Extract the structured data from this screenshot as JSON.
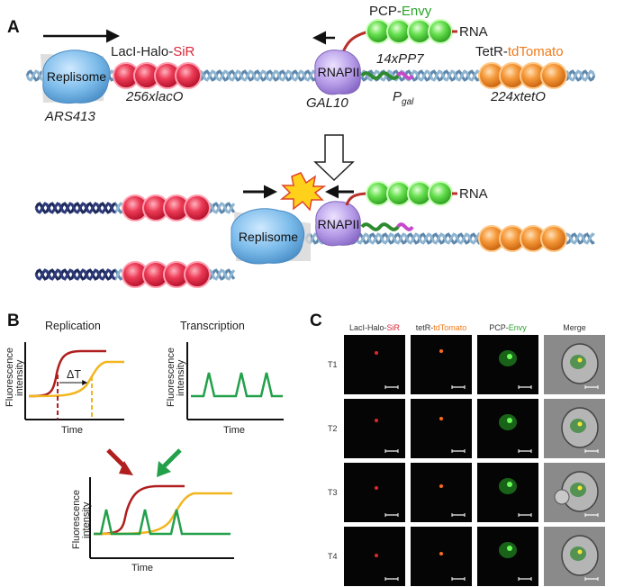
{
  "panel_a": {
    "letter": "A",
    "pcp_label_prefix": "PCP-",
    "pcp_label_suffix": "Envy",
    "rna_label": "RNA",
    "rna_label_bottom": "RNA",
    "laci_prefix": "LacI-Halo-",
    "laci_suffix": "SiR",
    "tetr_prefix": "TetR-",
    "tetr_suffix": "tdTomato",
    "replisome": "Replisome",
    "replisome_bottom": "Replisome",
    "rnapii": "RNAPII",
    "rnapii_bottom": "RNAPII",
    "lacO": "256xlacO",
    "ars": "ARS413",
    "pp7": "14xPP7",
    "pgal_main": "P",
    "pgal_sub": "gal",
    "gal10": "GAL10",
    "teto": "224xtetO"
  },
  "panel_b": {
    "letter": "B",
    "replication_title": "Replication",
    "transcription_title": "Transcription",
    "ylabel_1": "Fluorescence",
    "ylabel_2": "intensity",
    "xlabel": "Time",
    "delta_t": "ΔT"
  },
  "panel_c": {
    "letter": "C",
    "columns": [
      {
        "prefix": "LacI-Halo-",
        "suffix": "SiR",
        "suffix_color": "#d8273a"
      },
      {
        "prefix": "tetR-",
        "suffix": "tdTomato",
        "suffix_color": "#f07a1a"
      },
      {
        "prefix": "PCP-",
        "suffix": "Envy",
        "suffix_color": "#2aa52a"
      },
      {
        "prefix": "Merge",
        "suffix": "",
        "suffix_color": "#222"
      }
    ],
    "rows": [
      "T1",
      "T2",
      "T3",
      "T4"
    ]
  },
  "colors": {
    "replisome": "#74b6e6",
    "rnapii": "#b49be8",
    "red_bead": "#e8334f",
    "green_bead": "#5cdc4a",
    "orange_bead": "#f29a3a",
    "dna": "#8fb4d0",
    "dna_dark": "#2e3a7a",
    "replication_red": "#b01e1e",
    "replication_yellow": "#f2b61f",
    "transcription_green": "#22a04a"
  }
}
